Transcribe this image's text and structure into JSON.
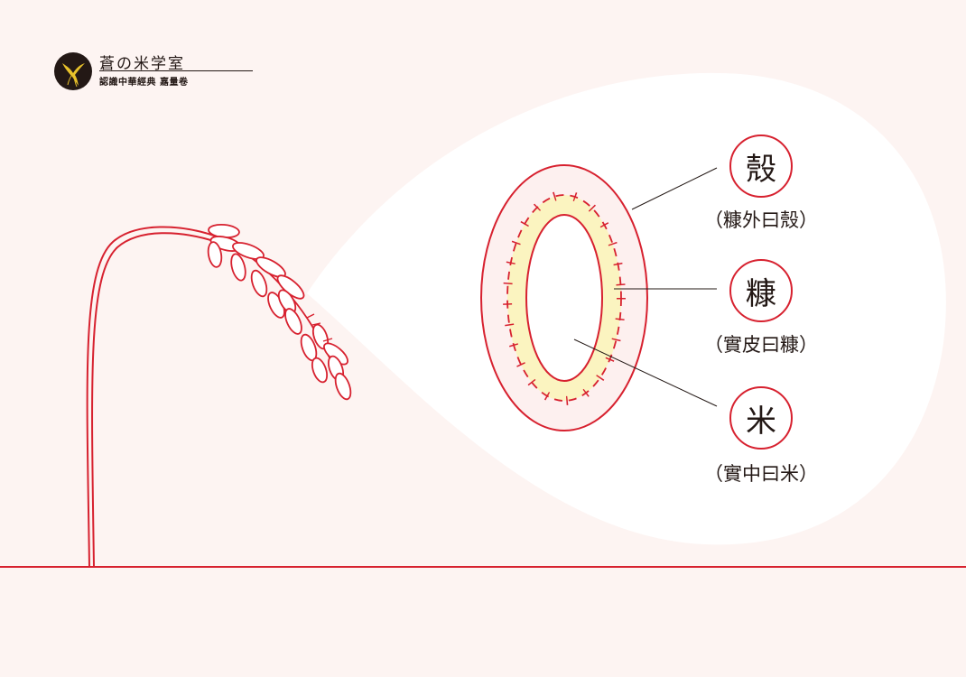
{
  "logo": {
    "title": "蒼の米学室",
    "subtitle": "認識中華經典 嘉量卷",
    "icon": "golden-bird-icon"
  },
  "labels": [
    {
      "char": "殼",
      "note": "（糠外曰殼）"
    },
    {
      "char": "糠",
      "note": "（實皮曰糠）"
    },
    {
      "char": "米",
      "note": "（實中曰米）"
    }
  ],
  "colors": {
    "background": "#fdf4f2",
    "accent_red": "#d7212f",
    "bran_yellow": "#fbf4c0",
    "husk_pink": "#fdf0ef",
    "text": "#231815"
  }
}
